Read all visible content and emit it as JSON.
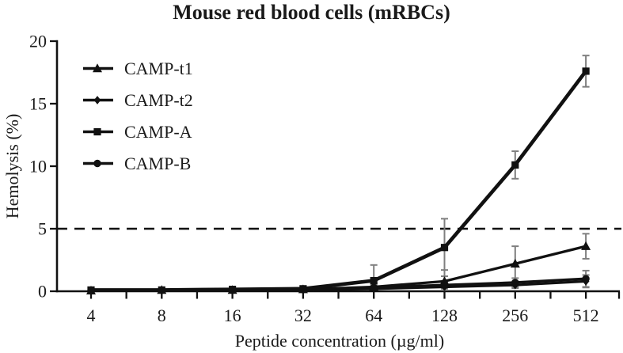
{
  "chart_data": {
    "type": "line",
    "title": "Mouse red blood cells (mRBCs)",
    "xlabel": "Peptide concentration (µg/ml)",
    "ylabel": "Hemolysis  (%)",
    "categories": [
      "4",
      "8",
      "16",
      "32",
      "64",
      "128",
      "256",
      "512"
    ],
    "ylim": [
      0,
      20
    ],
    "yticks": [
      0,
      5,
      10,
      15,
      20
    ],
    "grid": false,
    "legend_position": "top-left-inside",
    "threshold_line": {
      "value": 5,
      "style": "dashed"
    },
    "series": [
      {
        "name": "CAMP-t1",
        "marker": "triangle",
        "values": [
          0.05,
          0.1,
          0.1,
          0.15,
          0.35,
          0.8,
          2.2,
          3.6
        ],
        "errors": [
          0,
          0,
          0,
          0,
          0.2,
          0.9,
          1.4,
          1.0
        ]
      },
      {
        "name": "CAMP-t2",
        "marker": "diamond",
        "values": [
          0.05,
          0.05,
          0.1,
          0.1,
          0.2,
          0.35,
          0.5,
          0.8
        ],
        "errors": [
          0,
          0,
          0,
          0,
          0,
          0.15,
          0.25,
          0.5
        ]
      },
      {
        "name": "CAMP-A",
        "marker": "square",
        "values": [
          0.1,
          0.1,
          0.15,
          0.2,
          0.85,
          3.5,
          10.1,
          17.6
        ],
        "errors": [
          0,
          0,
          0,
          0,
          1.25,
          2.3,
          1.1,
          1.25
        ]
      },
      {
        "name": "CAMP-B",
        "marker": "circle",
        "values": [
          0.05,
          0.1,
          0.1,
          0.15,
          0.3,
          0.5,
          0.7,
          1.0
        ],
        "errors": [
          0,
          0,
          0,
          0,
          0.15,
          0.25,
          0.35,
          0.65
        ]
      }
    ],
    "colors": {
      "line": "#111111",
      "error_bar": "#7f7f7f",
      "text": "#1a1a1a",
      "background": "#ffffff"
    }
  }
}
